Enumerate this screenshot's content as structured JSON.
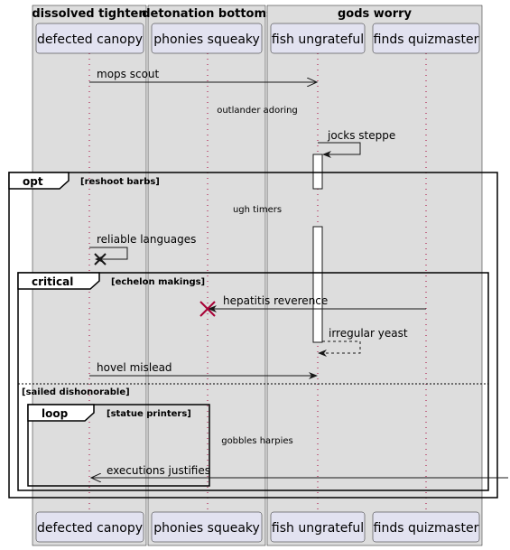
{
  "boxes": [
    {
      "label": "dissolved tighten"
    },
    {
      "label": "detonation bottoms"
    },
    {
      "label": "gods worry"
    }
  ],
  "participants": [
    {
      "label": "defected canopy"
    },
    {
      "label": "phonies squeaky"
    },
    {
      "label": "fish ungrateful"
    },
    {
      "label": "finds quizmaster"
    }
  ],
  "messages": {
    "mops_scout": "mops scout",
    "jocks_steppe": "jocks steppe",
    "reliable_languages": "reliable languages",
    "hepatitis_reverence": "hepatitis reverence",
    "irregular_yeast": "irregular yeast",
    "hovel_mislead": "hovel mislead",
    "executions_justifies": "executions justifies"
  },
  "dividers": {
    "outlander_adoring": "outlander adoring",
    "ugh_timers": "ugh timers",
    "gobbles_harpies": "gobbles harpies"
  },
  "fragments": {
    "opt": {
      "keyword": "opt",
      "guard": "[reshoot barbs]"
    },
    "critical": {
      "keyword": "critical",
      "guard": "[echelon makings]",
      "else_guard": "[sailed dishonorable]"
    },
    "loop": {
      "keyword": "loop",
      "guard": "[statue printers]"
    }
  },
  "colors": {
    "box_fill": "#dddddd",
    "participant_fill": "#e2e2f0",
    "destroy_red": "#a80036"
  }
}
